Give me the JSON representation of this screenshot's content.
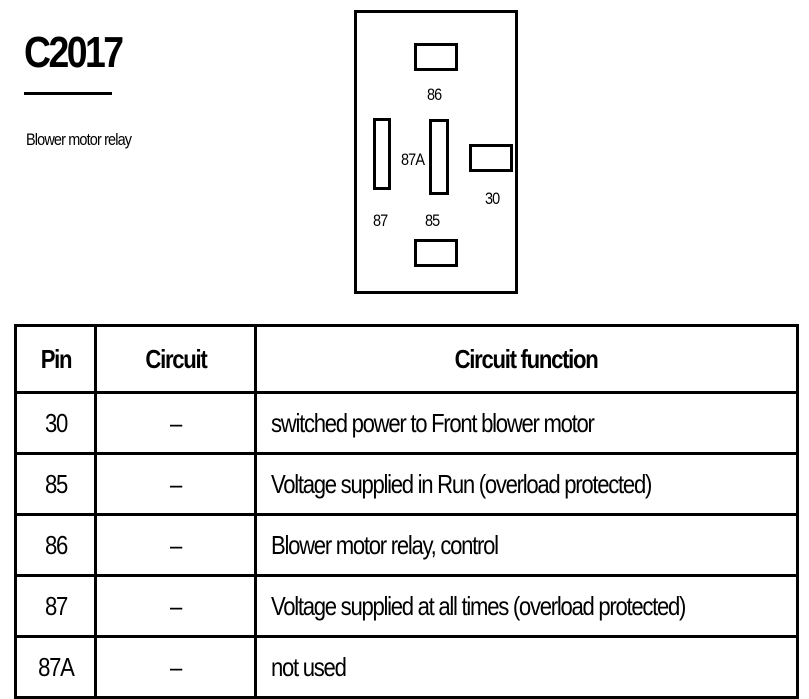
{
  "connector": {
    "id": "C2017",
    "description": "Blower motor relay",
    "pin_labels": {
      "pin86": "86",
      "pin87a": "87A",
      "pin30": "30",
      "pin87": "87",
      "pin85": "85"
    }
  },
  "table": {
    "headers": [
      "Pin",
      "Circuit",
      "Circuit function"
    ],
    "rows": [
      {
        "pin": "30",
        "circuit": "–",
        "function": "switched power to Front blower motor"
      },
      {
        "pin": "85",
        "circuit": "–",
        "function": "Voltage supplied in Run (overload protected)"
      },
      {
        "pin": "86",
        "circuit": "–",
        "function": "Blower motor relay, control"
      },
      {
        "pin": "87",
        "circuit": "–",
        "function": "Voltage supplied at all times (overload protected)"
      },
      {
        "pin": "87A",
        "circuit": "–",
        "function": "not used"
      }
    ]
  }
}
